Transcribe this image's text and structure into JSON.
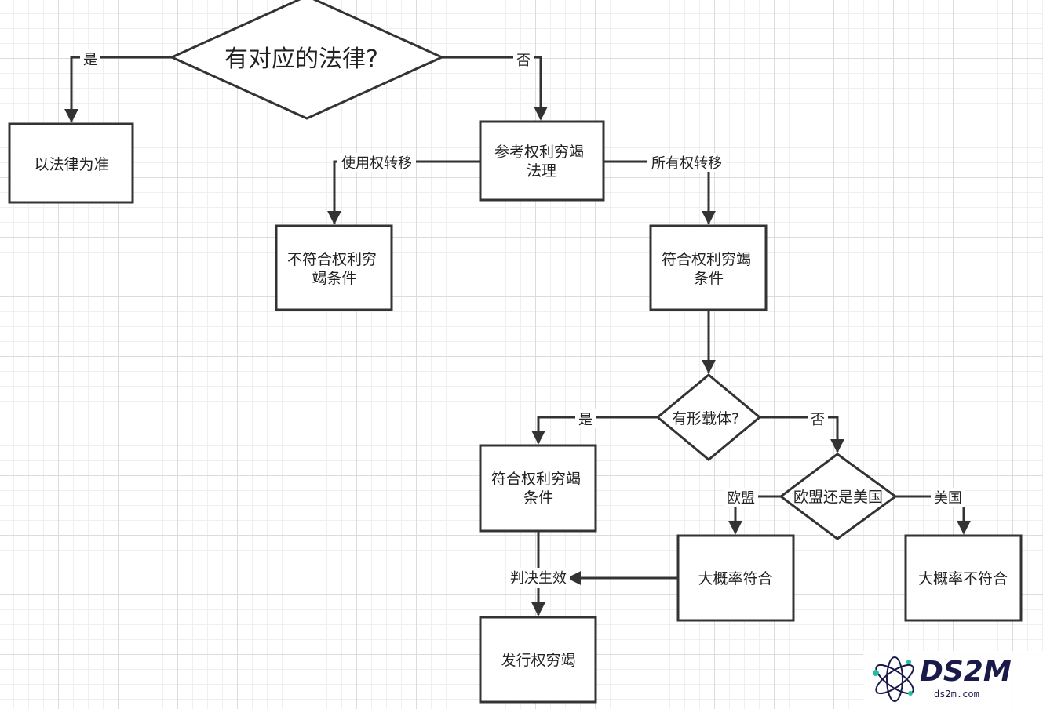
{
  "diagram": {
    "nodes": {
      "has_law": "有对应的法律?",
      "follow_law": "以法律为准",
      "refer_exhaustion": [
        "参考权利穷竭",
        "法理"
      ],
      "not_meet": [
        "不符合权利穷",
        "竭条件"
      ],
      "meet_1": [
        "符合权利穷竭",
        "条件"
      ],
      "has_carrier": "有形载体?",
      "meet_2": [
        "符合权利穷竭",
        "条件"
      ],
      "eu_or_us": "欧盟还是美国",
      "likely_meet": "大概率符合",
      "likely_not_meet": "大概率不符合",
      "distribution_exhausted": "发行权穷竭"
    },
    "edges": {
      "yes_1": "是",
      "no_1": "否",
      "use_right_transfer": "使用权转移",
      "ownership_transfer": "所有权转移",
      "yes_2": "是",
      "no_2": "否",
      "eu": "欧盟",
      "us": "美国",
      "judgment_effective": "判决生效"
    }
  },
  "watermark": {
    "main": "DS2M",
    "sub": "ds2m.com",
    "icon": "atom-orbit-icon"
  },
  "colors": {
    "stroke": "#333333",
    "text": "#222222",
    "grid": "#dcdcdc"
  }
}
